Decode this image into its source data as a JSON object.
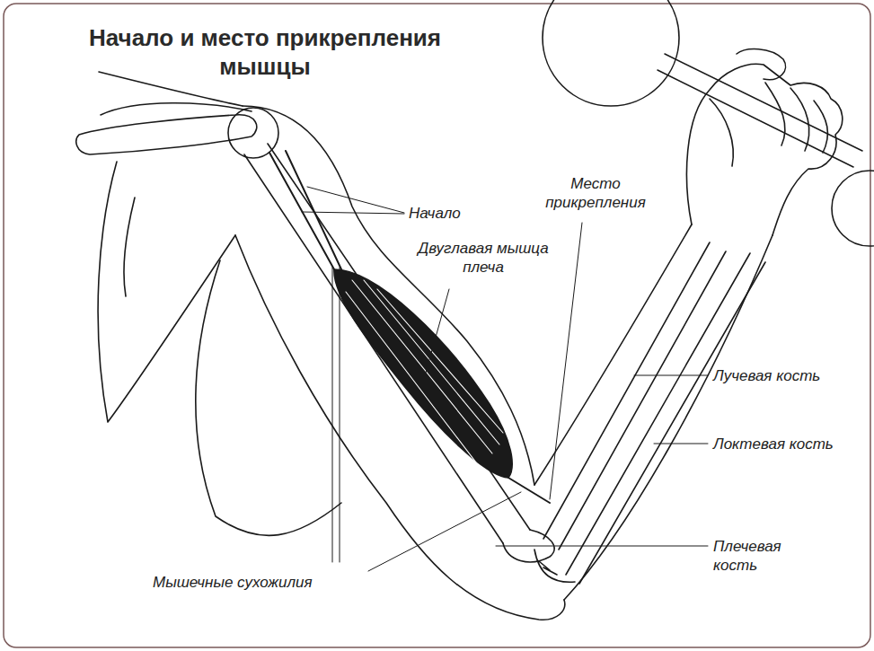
{
  "diagram": {
    "title": "Начало и место прикрепления мышцы",
    "labels": [
      "Начало",
      "Место прикрепления",
      "Двуглавая мышца плеча",
      "Лучевая кость",
      "Локтевая кость",
      "Плечевая кость",
      "Мышечные сухожилия"
    ]
  }
}
